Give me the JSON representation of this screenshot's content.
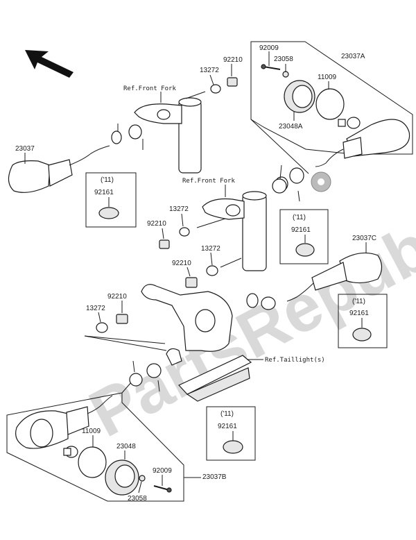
{
  "watermark": "PartsRepublik",
  "refs": {
    "front_fork_1": "Ref.Front Fork",
    "front_fork_2": "Ref.Front Fork",
    "taillight": "Ref.Taillight(s)"
  },
  "labels": {
    "p92009_top": "92009",
    "p23058_top": "23058",
    "p23037A": "23037A",
    "p11009_top": "11009",
    "p23048A": "23048A",
    "p92210_top": "92210",
    "p13272_top": "13272",
    "p23037": "23037",
    "p13272_mid": "13272",
    "p92210_mid": "92210",
    "p13272_mid2": "13272",
    "p92210_mid2": "92210",
    "p23037C": "23037C",
    "p92210_low": "92210",
    "p13272_low": "13272",
    "p11009_bot": "11009",
    "p23048": "23048",
    "p92009_bot": "92009",
    "p23037B": "23037B",
    "p23058_bot": "23058"
  },
  "inset_boxes": {
    "left": {
      "year": "('11)",
      "part": "92161"
    },
    "mid": {
      "year": "('11)",
      "part": "92161"
    },
    "right": {
      "year": "('11)",
      "part": "92161"
    },
    "bottom": {
      "year": "('11)",
      "part": "92161"
    }
  },
  "icons": {
    "direction_arrow": "front-direction-arrow-icon",
    "gear": "gear-icon"
  }
}
